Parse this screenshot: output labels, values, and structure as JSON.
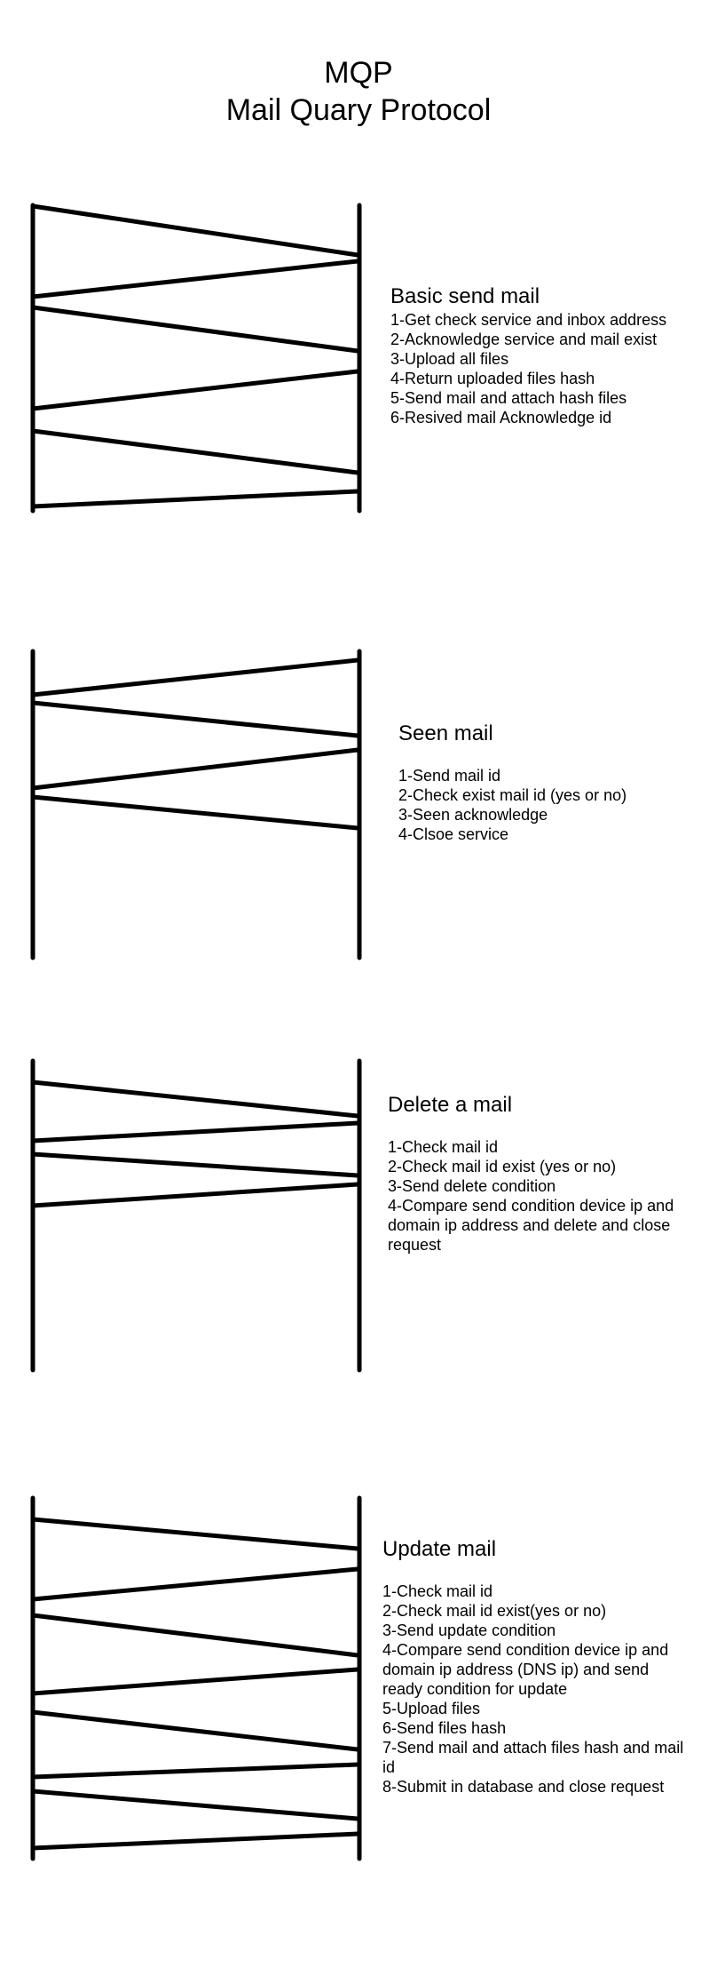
{
  "header": {
    "title": "MQP",
    "subtitle": "Mail Quary Protocol"
  },
  "colors": {
    "line": "#000000",
    "background": "#ffffff"
  },
  "sections": [
    {
      "title": "Basic send mail",
      "steps": [
        "1-Get check service and inbox address",
        "2-Acknowledge service and mail exist",
        "3-Upload all files",
        "4-Return uploaded files hash",
        "5-Send mail and attach hash files",
        "6-Resived mail Acknowledge id"
      ]
    },
    {
      "title": "Seen mail",
      "steps": [
        "1-Send mail id",
        "2-Check exist mail id (yes or no)",
        "3-Seen acknowledge",
        "4-Clsoe service"
      ]
    },
    {
      "title": "Delete a mail",
      "steps": [
        "1-Check mail id",
        "2-Check mail id exist (yes or no)",
        "3-Send delete condition",
        "4-Compare send condition device ip and domain ip address and delete and close request"
      ]
    },
    {
      "title": "Update mail",
      "steps": [
        "1-Check mail id",
        "2-Check mail id exist(yes or no)",
        "3-Send update condition",
        "4-Compare send condition device ip and domain ip address (DNS ip) and send ready condition for update",
        "5-Upload files",
        "6-Send files hash",
        "7-Send mail and attach files hash and mail id",
        "8-Submit in database and close request"
      ]
    }
  ]
}
